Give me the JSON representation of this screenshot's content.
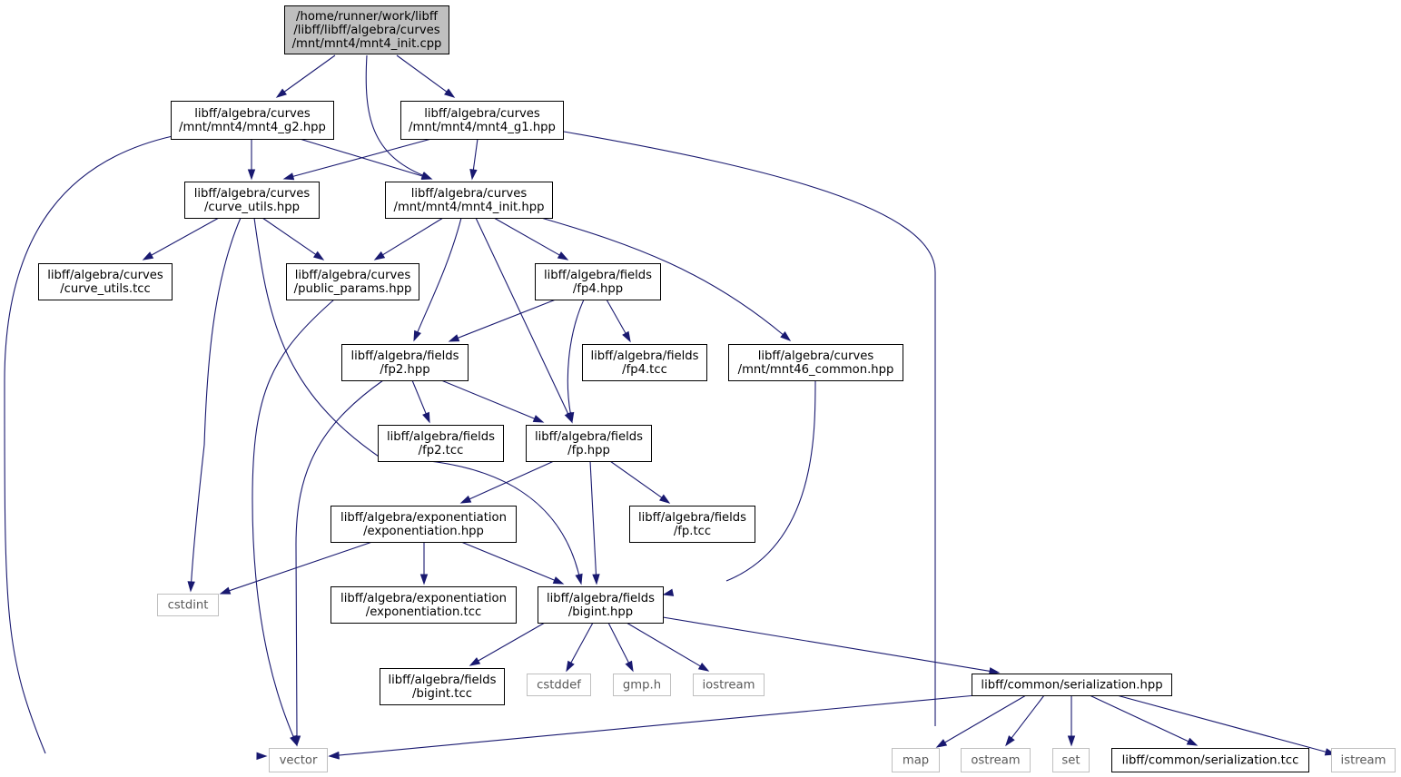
{
  "colors": {
    "edge": "#191970",
    "node_border": "#000000",
    "root_fill": "#bfbfbf",
    "system_border": "#bfbfbf",
    "background": "#ffffff"
  },
  "nodes": [
    {
      "id": "root",
      "kind": "root",
      "lines": [
        "/home/runner/work/libff",
        "/libff/libff/algebra/curves",
        "/mnt/mnt4/mnt4_init.cpp"
      ]
    },
    {
      "id": "mnt4_g2",
      "kind": "normal",
      "lines": [
        "libff/algebra/curves",
        "/mnt/mnt4/mnt4_g2.hpp"
      ]
    },
    {
      "id": "mnt4_g1",
      "kind": "normal",
      "lines": [
        "libff/algebra/curves",
        "/mnt/mnt4/mnt4_g1.hpp"
      ]
    },
    {
      "id": "curve_utils_hpp",
      "kind": "normal",
      "lines": [
        "libff/algebra/curves",
        "/curve_utils.hpp"
      ]
    },
    {
      "id": "mnt4_init_hpp",
      "kind": "normal",
      "lines": [
        "libff/algebra/curves",
        "/mnt/mnt4/mnt4_init.hpp"
      ]
    },
    {
      "id": "curve_utils_tcc",
      "kind": "normal",
      "lines": [
        "libff/algebra/curves",
        "/curve_utils.tcc"
      ]
    },
    {
      "id": "public_params",
      "kind": "normal",
      "lines": [
        "libff/algebra/curves",
        "/public_params.hpp"
      ]
    },
    {
      "id": "fp4_hpp",
      "kind": "normal",
      "lines": [
        "libff/algebra/fields",
        "/fp4.hpp"
      ]
    },
    {
      "id": "fp2_hpp",
      "kind": "normal",
      "lines": [
        "libff/algebra/fields",
        "/fp2.hpp"
      ]
    },
    {
      "id": "fp4_tcc",
      "kind": "normal",
      "lines": [
        "libff/algebra/fields",
        "/fp4.tcc"
      ]
    },
    {
      "id": "mnt46_common",
      "kind": "normal",
      "lines": [
        "libff/algebra/curves",
        "/mnt/mnt46_common.hpp"
      ]
    },
    {
      "id": "fp2_tcc",
      "kind": "normal",
      "lines": [
        "libff/algebra/fields",
        "/fp2.tcc"
      ]
    },
    {
      "id": "fp_hpp",
      "kind": "normal",
      "lines": [
        "libff/algebra/fields",
        "/fp.hpp"
      ]
    },
    {
      "id": "expo_hpp",
      "kind": "normal",
      "lines": [
        "libff/algebra/exponentiation",
        "/exponentiation.hpp"
      ]
    },
    {
      "id": "fp_tcc",
      "kind": "normal",
      "lines": [
        "libff/algebra/fields",
        "/fp.tcc"
      ]
    },
    {
      "id": "cstdint",
      "kind": "system",
      "lines": [
        "cstdint"
      ]
    },
    {
      "id": "expo_tcc",
      "kind": "normal",
      "lines": [
        "libff/algebra/exponentiation",
        "/exponentiation.tcc"
      ]
    },
    {
      "id": "bigint_hpp",
      "kind": "normal",
      "lines": [
        "libff/algebra/fields",
        "/bigint.hpp"
      ]
    },
    {
      "id": "bigint_tcc",
      "kind": "normal",
      "lines": [
        "libff/algebra/fields",
        "/bigint.tcc"
      ]
    },
    {
      "id": "cstddef",
      "kind": "system",
      "lines": [
        "cstddef"
      ]
    },
    {
      "id": "gmp",
      "kind": "system",
      "lines": [
        "gmp.h"
      ]
    },
    {
      "id": "iostream",
      "kind": "system",
      "lines": [
        "iostream"
      ]
    },
    {
      "id": "serialization_hpp",
      "kind": "normal",
      "lines": [
        "libff/common/serialization.hpp"
      ]
    },
    {
      "id": "vector",
      "kind": "system",
      "lines": [
        "vector"
      ]
    },
    {
      "id": "map",
      "kind": "system",
      "lines": [
        "map"
      ]
    },
    {
      "id": "ostream",
      "kind": "system",
      "lines": [
        "ostream"
      ]
    },
    {
      "id": "set",
      "kind": "system",
      "lines": [
        "set"
      ]
    },
    {
      "id": "serialization_tcc",
      "kind": "normal",
      "lines": [
        "libff/common/serialization.tcc"
      ]
    },
    {
      "id": "istream",
      "kind": "system",
      "lines": [
        "istream"
      ]
    }
  ],
  "edges": [
    {
      "from": "root",
      "to": "mnt4_g2"
    },
    {
      "from": "root",
      "to": "mnt4_g1"
    },
    {
      "from": "root",
      "to": "mnt4_init_hpp"
    },
    {
      "from": "mnt4_g2",
      "to": "curve_utils_hpp"
    },
    {
      "from": "mnt4_g2",
      "to": "mnt4_init_hpp"
    },
    {
      "from": "mnt4_g2",
      "to": "vector"
    },
    {
      "from": "mnt4_g1",
      "to": "curve_utils_hpp"
    },
    {
      "from": "mnt4_g1",
      "to": "mnt4_init_hpp"
    },
    {
      "from": "mnt4_g1",
      "to": "vector"
    },
    {
      "from": "curve_utils_hpp",
      "to": "curve_utils_tcc"
    },
    {
      "from": "curve_utils_hpp",
      "to": "public_params"
    },
    {
      "from": "curve_utils_hpp",
      "to": "cstdint"
    },
    {
      "from": "curve_utils_hpp",
      "to": "bigint_hpp"
    },
    {
      "from": "mnt4_init_hpp",
      "to": "public_params"
    },
    {
      "from": "mnt4_init_hpp",
      "to": "fp4_hpp"
    },
    {
      "from": "mnt4_init_hpp",
      "to": "fp2_hpp"
    },
    {
      "from": "mnt4_init_hpp",
      "to": "fp_hpp"
    },
    {
      "from": "mnt4_init_hpp",
      "to": "mnt46_common"
    },
    {
      "from": "public_params",
      "to": "vector"
    },
    {
      "from": "fp4_hpp",
      "to": "fp2_hpp"
    },
    {
      "from": "fp4_hpp",
      "to": "fp4_tcc"
    },
    {
      "from": "fp4_hpp",
      "to": "fp_hpp"
    },
    {
      "from": "fp2_hpp",
      "to": "fp2_tcc"
    },
    {
      "from": "fp2_hpp",
      "to": "fp_hpp"
    },
    {
      "from": "fp2_hpp",
      "to": "vector"
    },
    {
      "from": "mnt46_common",
      "to": "bigint_hpp"
    },
    {
      "from": "fp_hpp",
      "to": "expo_hpp"
    },
    {
      "from": "fp_hpp",
      "to": "fp_tcc"
    },
    {
      "from": "fp_hpp",
      "to": "bigint_hpp"
    },
    {
      "from": "expo_hpp",
      "to": "cstdint"
    },
    {
      "from": "expo_hpp",
      "to": "expo_tcc"
    },
    {
      "from": "expo_hpp",
      "to": "bigint_hpp"
    },
    {
      "from": "bigint_hpp",
      "to": "bigint_tcc"
    },
    {
      "from": "bigint_hpp",
      "to": "cstddef"
    },
    {
      "from": "bigint_hpp",
      "to": "gmp"
    },
    {
      "from": "bigint_hpp",
      "to": "iostream"
    },
    {
      "from": "bigint_hpp",
      "to": "serialization_hpp"
    },
    {
      "from": "serialization_hpp",
      "to": "vector"
    },
    {
      "from": "serialization_hpp",
      "to": "map"
    },
    {
      "from": "serialization_hpp",
      "to": "ostream"
    },
    {
      "from": "serialization_hpp",
      "to": "set"
    },
    {
      "from": "serialization_hpp",
      "to": "serialization_tcc"
    },
    {
      "from": "serialization_hpp",
      "to": "istream"
    }
  ]
}
